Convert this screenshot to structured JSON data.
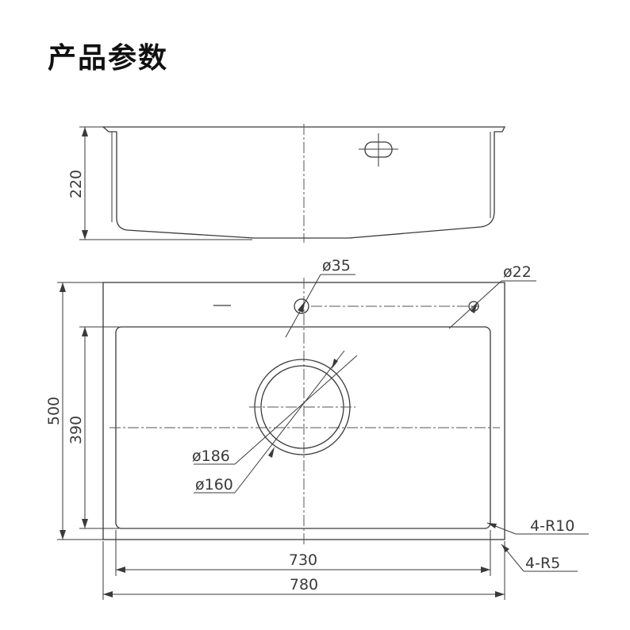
{
  "title": "产品参数",
  "dimensions": {
    "side_height": "220",
    "hole_large": "ø35",
    "hole_small": "ø22",
    "outer_height": "500",
    "inner_height": "390",
    "drain_outer": "ø186",
    "drain_inner": "ø160",
    "corner_inner": "4-R10",
    "corner_outer": "4-R5",
    "inner_width": "730",
    "outer_width": "780"
  },
  "colors": {
    "line": "#3a3a3a",
    "title": "#111111",
    "background": "#ffffff"
  }
}
